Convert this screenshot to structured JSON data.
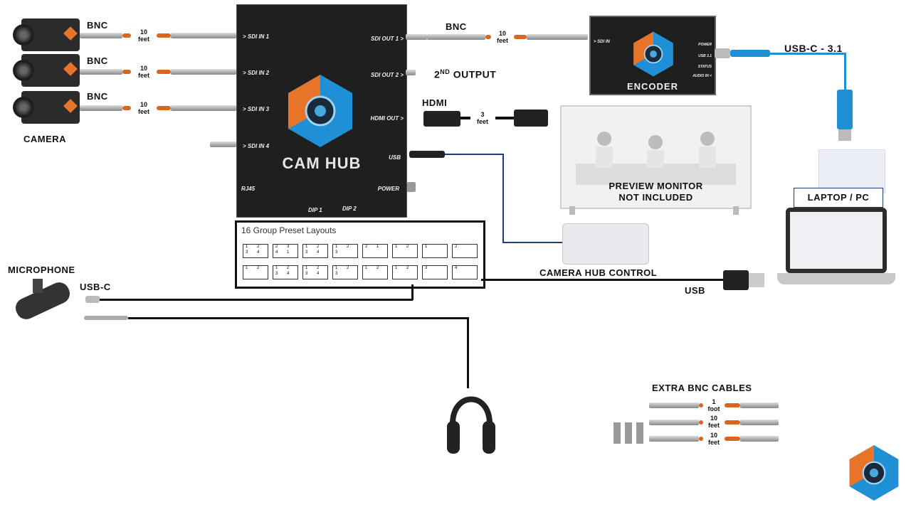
{
  "cameras": {
    "label": "CAMERA",
    "rows": [
      {
        "connector": "BNC",
        "length": "10",
        "unit": "feet"
      },
      {
        "connector": "BNC",
        "length": "10",
        "unit": "feet"
      },
      {
        "connector": "BNC",
        "length": "10",
        "unit": "feet"
      }
    ]
  },
  "hub": {
    "brand": "CAM HUB",
    "inputs": [
      "> SDI IN 1",
      "> SDI IN 2",
      "> SDI IN 3",
      "> SDI IN 4"
    ],
    "outputs": [
      "SDI OUT 1 >",
      "SDI OUT 2 >",
      "HDMI OUT >",
      "USB"
    ],
    "rj45": "RJ45",
    "power": "POWER",
    "dip1": "DIP 1",
    "dip2": "DIP 2"
  },
  "sdi_out1": {
    "connector": "BNC",
    "length": "10",
    "unit": "feet"
  },
  "second_output": {
    "prefix": "2",
    "sup": "ND",
    "label": "OUTPUT"
  },
  "hdmi": {
    "connector": "HDMI",
    "length": "3",
    "unit": "feet"
  },
  "encoder": {
    "title": "ENCODER",
    "input": "> SDI IN",
    "indicators": [
      "POWER",
      "USB 3.1",
      "STATUS",
      "AUDIO IN <"
    ]
  },
  "usb_link": {
    "label": "USB-C - 3.1"
  },
  "monitor": {
    "line1": "PREVIEW MONITOR",
    "line2": "NOT INCLUDED"
  },
  "laptop": {
    "label": "LAPTOP / PC"
  },
  "presets": {
    "title": "16 Group Preset Layouts",
    "row1": [
      {
        "cells": [
          "1",
          "2",
          "3",
          "4"
        ]
      },
      {
        "cells": [
          "2",
          "3",
          "4",
          "1"
        ]
      },
      {
        "cells": [
          "1",
          "2",
          "3",
          "4"
        ]
      },
      {
        "cells": [
          "1",
          "2",
          "3"
        ]
      },
      {
        "cells": [
          "2",
          "1"
        ]
      },
      {
        "cells": [
          "1",
          "2"
        ]
      },
      {
        "cells": [
          "1"
        ]
      },
      {
        "cells": [
          "2"
        ]
      }
    ],
    "row2": [
      {
        "cells": [
          "1",
          "2"
        ]
      },
      {
        "cells": [
          "1",
          "2",
          "3",
          "4"
        ]
      },
      {
        "cells": [
          "1",
          "2",
          "3",
          "4"
        ]
      },
      {
        "cells": [
          "1",
          "2",
          "3"
        ]
      },
      {
        "cells": [
          "1",
          "2"
        ]
      },
      {
        "cells": [
          "1",
          "2"
        ]
      },
      {
        "cells": [
          "3"
        ]
      },
      {
        "cells": [
          "4"
        ]
      }
    ]
  },
  "keyboard": {
    "label": "CAMERA HUB CONTROL"
  },
  "usb_control": {
    "label": "USB"
  },
  "microphone": {
    "label": "MICROPHONE",
    "connector": "USB-C"
  },
  "extra": {
    "title": "EXTRA BNC CABLES",
    "cables": [
      {
        "length": "1",
        "unit": "foot"
      },
      {
        "length": "10",
        "unit": "feet"
      },
      {
        "length": "10",
        "unit": "feet"
      }
    ]
  },
  "colors": {
    "accent_orange": "#e8742a",
    "accent_blue": "#1f8fd6",
    "hub_bg": "#1f1f1f"
  }
}
